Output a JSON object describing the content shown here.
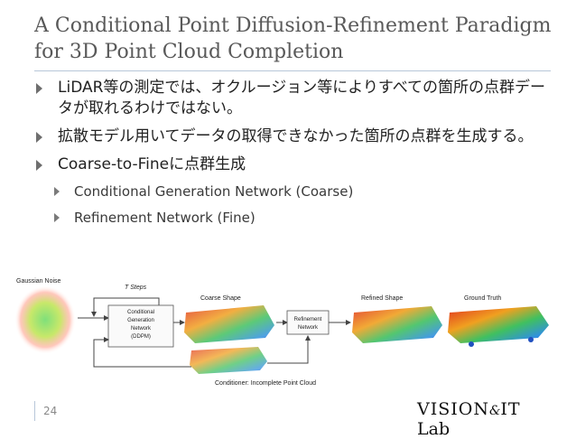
{
  "title": "A Conditional Point Diffusion-Refinement Paradigm for 3D Point Cloud Completion",
  "bullets": [
    "LiDAR等の測定では、オクルージョン等によりすべての箇所の点群データが取れるわけではない。",
    "拡散モデル用いてデータの取得できなかった箇所の点群を生成する。",
    "Coarse-to-Fineに点群生成"
  ],
  "sub_bullets": [
    "Conditional Generation Network (Coarse)",
    "Refinement Network (Fine)"
  ],
  "diagram": {
    "gaussian_noise": "Gaussian Noise",
    "t_steps": "T Steps",
    "coarse_shape": "Coarse Shape",
    "refined_shape": "Refined Shape",
    "ground_truth": "Ground Truth",
    "cond_net": [
      "Conditional",
      "Generation",
      "Network",
      "(DDPM)"
    ],
    "ref_net": [
      "Refinement",
      "Network"
    ],
    "conditioner": "Conditioner: Incomplete Point Cloud"
  },
  "page_number": "24",
  "logo": {
    "vision": "VISION",
    "amp": "&",
    "it": "IT",
    "lab": "Lab"
  },
  "colors": {
    "title": "#595959",
    "rule": "#b7c7d9",
    "bullet_arrow": "#6e6e6e"
  }
}
